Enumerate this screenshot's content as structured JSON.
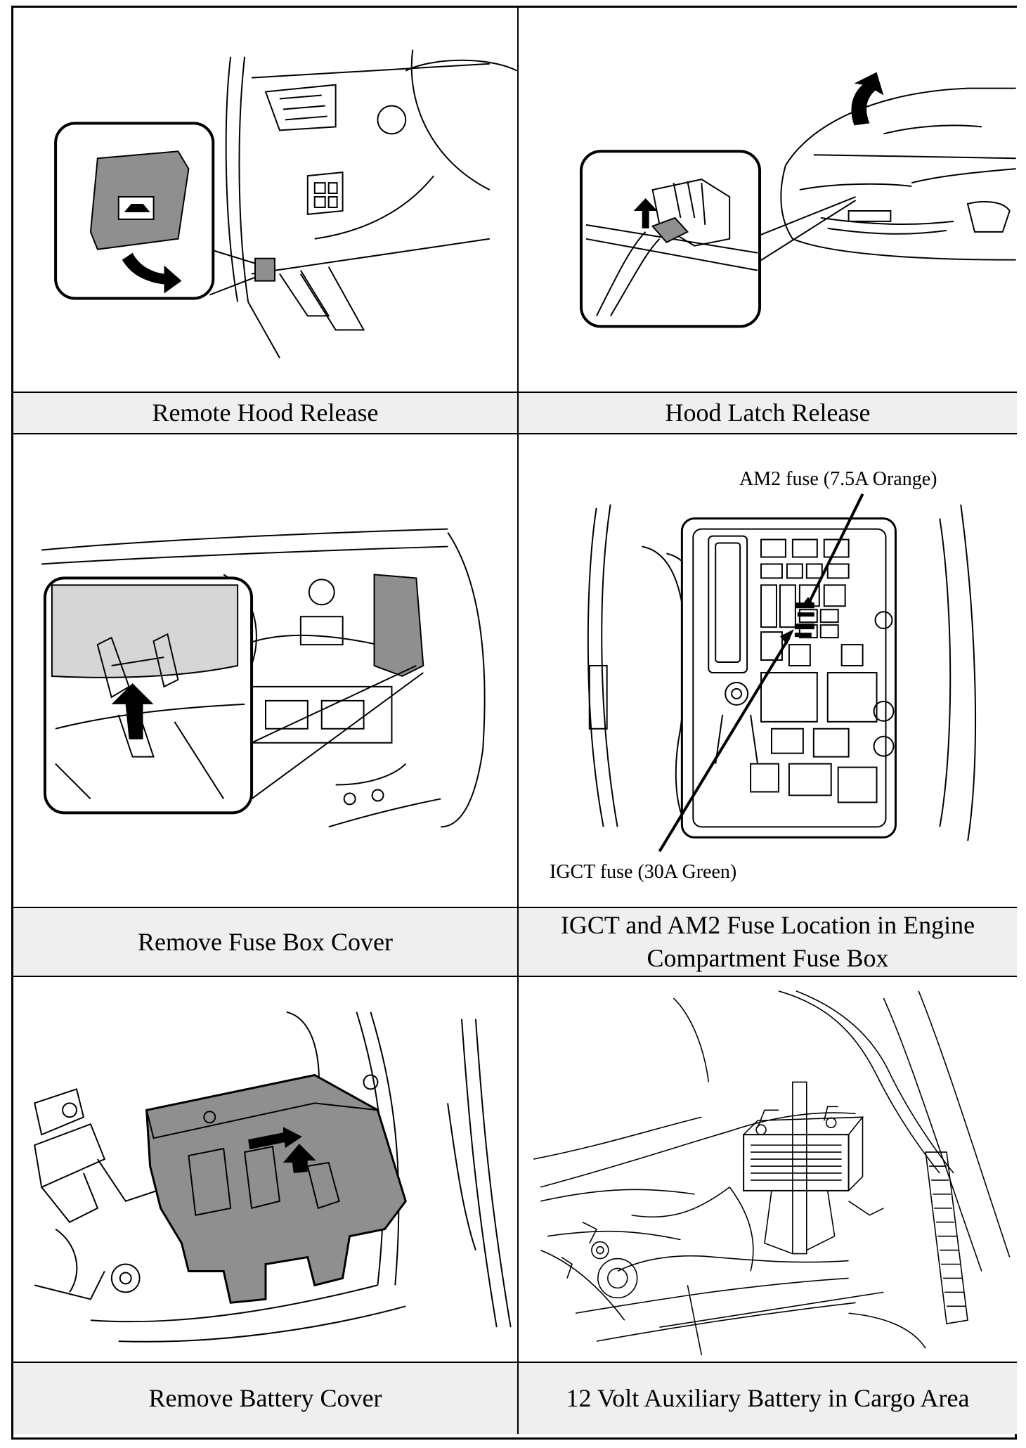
{
  "panels": [
    {
      "id": "remote-hood-release",
      "caption": "Remote Hood Release"
    },
    {
      "id": "hood-latch-release",
      "caption": "Hood Latch Release"
    },
    {
      "id": "remove-fuse-box-cover",
      "caption": "Remove Fuse Box Cover"
    },
    {
      "id": "fuse-location",
      "caption": "IGCT and AM2 Fuse Location in Engine Compartment Fuse Box"
    },
    {
      "id": "remove-battery-cover",
      "caption": "Remove Battery Cover"
    },
    {
      "id": "auxiliary-battery",
      "caption": "12 Volt Auxiliary Battery in Cargo Area"
    }
  ],
  "callouts": {
    "am2": "AM2 fuse (7.5A Orange)",
    "igct": "IGCT fuse (30A Green)"
  },
  "colors": {
    "caption_bg": "#efefef",
    "part_fill": "#8f8f8f",
    "part_fill_light": "#d6d6d6",
    "line": "#000000"
  },
  "icons": {
    "hood_icon": "car-hood-icon",
    "arrows": "black-arrow-icon"
  }
}
